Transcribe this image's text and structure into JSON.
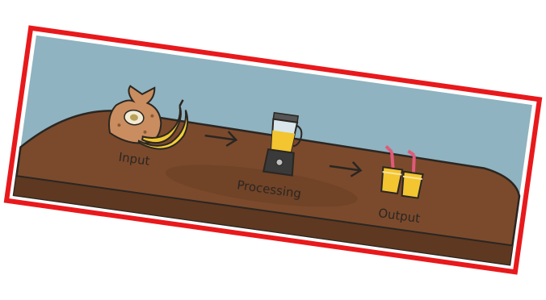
{
  "stages": [
    {
      "label": "Input"
    },
    {
      "label": "Processing"
    },
    {
      "label": "Output"
    }
  ],
  "colors": {
    "frame": "#e8191c",
    "wall": "#8fb3c0",
    "table": "#7b4a2c",
    "table_edge": "#5e3820",
    "outline": "#2a2622",
    "juice": "#f2c531",
    "straw": "#e05a7a"
  },
  "icons": [
    "bag-icon",
    "banana-icon",
    "arrow-right-icon",
    "blender-icon",
    "arrow-right-icon",
    "juice-glass-icon",
    "juice-glass-icon"
  ]
}
